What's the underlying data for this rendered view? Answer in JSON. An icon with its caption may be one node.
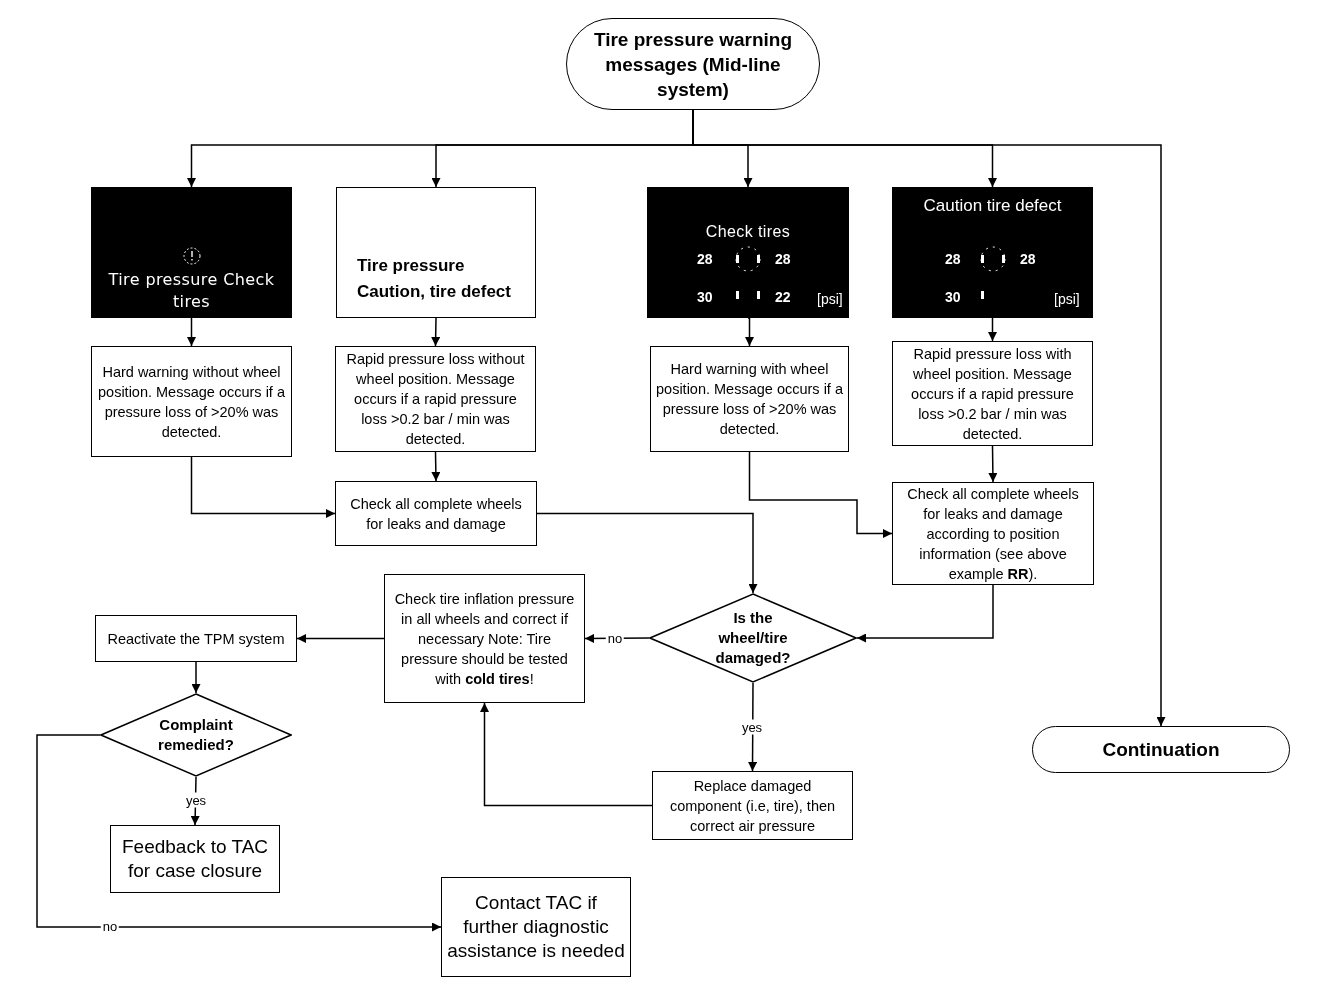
{
  "diagram": {
    "nodes": [
      {
        "text": [
          "Tire pressure warning messages (Mid-line system)"
        ]
      },
      {
        "text": [
          "Tire pressure Check tires"
        ]
      },
      {
        "text": [
          "Tire pressure Caution, tire defect"
        ]
      },
      {
        "text": [
          "Check tires",
          "28",
          "28",
          "30",
          "22",
          "[psi]"
        ]
      },
      {
        "text": [
          "Caution tire defect",
          "28",
          "28",
          "30",
          "[psi]"
        ]
      },
      {
        "text": [
          "Hard warning without wheel position. Message occurs if a pressure loss of >20% was detected."
        ]
      },
      {
        "text": [
          "Rapid pressure loss without wheel position. Message occurs if a rapid pressure loss >0.2 bar / min was detected."
        ]
      },
      {
        "text": [
          "Hard warning with wheel position. Message occurs if a pressure loss of >20% was detected."
        ]
      },
      {
        "text": [
          "Rapid pressure loss with wheel position. Message occurs if a rapid pressure loss >0.2 bar / min was detected."
        ]
      },
      {
        "text": [
          "Check all complete wheels for leaks and damage"
        ]
      },
      {
        "text": [
          "Check all complete wheels for leaks and damage according to position information (see above example **RR**)."
        ]
      },
      {
        "text": [
          "Is the wheel/tire damaged?"
        ]
      },
      {
        "text": [
          "Check tire inflation pressure in all wheels and correct if necessary Note: Tire pressure should be tested with **cold tires**!"
        ]
      },
      {
        "text": [
          "Reactivate the TPM system"
        ]
      },
      {
        "text": [
          "Complaint remedied?"
        ]
      },
      {
        "text": [
          "Replace damaged component (i.e, tire), then correct air pressure"
        ]
      },
      {
        "text": [
          "Feedback to TAC for case closure"
        ]
      },
      {
        "text": [
          "Contact TAC if further diagnostic assistance is needed"
        ]
      },
      {
        "text": [
          "Continuation"
        ]
      }
    ],
    "edges": [
      {
        "from": 0,
        "to": 1,
        "arrow": "to"
      },
      {
        "from": 0,
        "to": 2,
        "arrow": "to"
      },
      {
        "from": 0,
        "to": 3,
        "arrow": "to"
      },
      {
        "from": 0,
        "to": 4,
        "arrow": "to"
      },
      {
        "from": 0,
        "to": 18,
        "arrow": "to"
      },
      {
        "from": 1,
        "to": 5,
        "arrow": "to"
      },
      {
        "from": 2,
        "to": 6,
        "arrow": "to"
      },
      {
        "from": 3,
        "to": 7,
        "arrow": "to"
      },
      {
        "from": 4,
        "to": 8,
        "arrow": "to"
      },
      {
        "from": 5,
        "to": 9,
        "arrow": "to"
      },
      {
        "from": 6,
        "to": 9,
        "arrow": "to"
      },
      {
        "from": 9,
        "to": 11,
        "arrow": "to"
      },
      {
        "from": 7,
        "to": 10,
        "arrow": "to"
      },
      {
        "from": 8,
        "to": 10,
        "arrow": "to"
      },
      {
        "from": 10,
        "to": 11,
        "arrow": "to"
      },
      {
        "from": 11,
        "to": 12,
        "label": "no",
        "arrow": "to"
      },
      {
        "from": 11,
        "to": 15,
        "label": "yes",
        "arrow": "to"
      },
      {
        "from": 15,
        "to": 12,
        "arrow": "to"
      },
      {
        "from": 12,
        "to": 13,
        "arrow": "to"
      },
      {
        "from": 13,
        "to": 14,
        "arrow": "to"
      },
      {
        "from": 14,
        "to": 16,
        "label": "yes",
        "arrow": "to"
      },
      {
        "from": 14,
        "to": 17,
        "label": "no",
        "arrow": "to"
      }
    ]
  }
}
